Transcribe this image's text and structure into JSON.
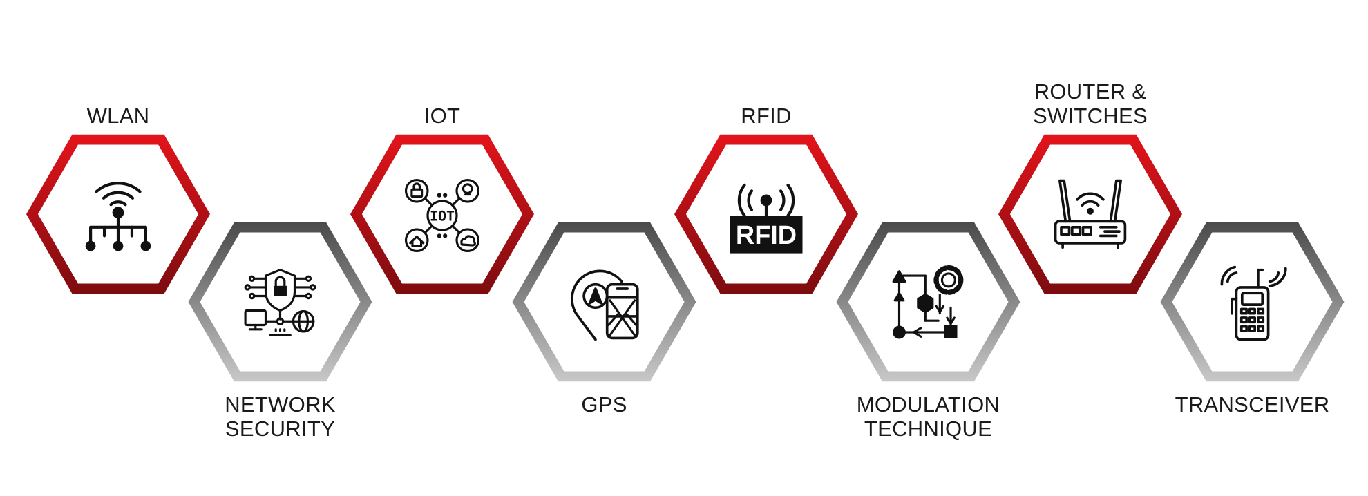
{
  "colors": {
    "red_top": "#e3141b",
    "red_bottom": "#7d0c0f",
    "gray_top": "#4a4a4a",
    "gray_bottom": "#c8c8c8",
    "icon": "#111111",
    "text": "#1a1a1a"
  },
  "items": [
    {
      "id": "wlan",
      "lines": [
        "WLAN"
      ],
      "row": "top",
      "tone": "red",
      "icon": "wifi-network-icon"
    },
    {
      "id": "network-security",
      "lines": [
        "NETWORK",
        "SECURITY"
      ],
      "row": "bottom",
      "tone": "gray",
      "icon": "cyber-security-icon"
    },
    {
      "id": "iot",
      "lines": [
        "IOT"
      ],
      "row": "top",
      "tone": "red",
      "icon": "iot-hub-icon"
    },
    {
      "id": "gps",
      "lines": [
        "GPS"
      ],
      "row": "bottom",
      "tone": "gray",
      "icon": "gps-location-icon"
    },
    {
      "id": "rfid",
      "lines": [
        "RFID"
      ],
      "row": "top",
      "tone": "red",
      "icon": "rfid-tag-icon",
      "icon_text": "RFID"
    },
    {
      "id": "modulation",
      "lines": [
        "MODULATION",
        "TECHNIQUE"
      ],
      "row": "bottom",
      "tone": "gray",
      "icon": "process-flow-icon"
    },
    {
      "id": "router",
      "lines": [
        "ROUTER &",
        "SWITCHES"
      ],
      "row": "top",
      "tone": "red",
      "icon": "wifi-router-icon"
    },
    {
      "id": "transceiver",
      "lines": [
        "TRANSCEIVER"
      ],
      "row": "bottom",
      "tone": "gray",
      "icon": "walkie-talkie-icon"
    }
  ],
  "iot_icon_text": "IOT"
}
